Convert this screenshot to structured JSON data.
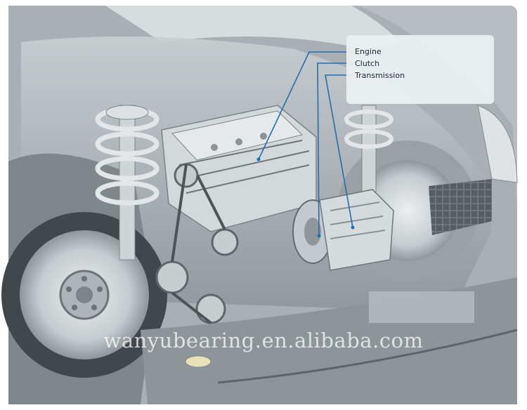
{
  "legend": {
    "items": [
      {
        "id": "engine",
        "label": "Engine"
      },
      {
        "id": "clutch",
        "label": "Clutch"
      },
      {
        "id": "transmission",
        "label": "Transmission"
      }
    ]
  },
  "watermark": "wanyubearing.en.alibaba.com",
  "colors": {
    "leader_line": "#1f6fb5",
    "body_tint": "#a6adb1",
    "background": "#ffffff"
  }
}
